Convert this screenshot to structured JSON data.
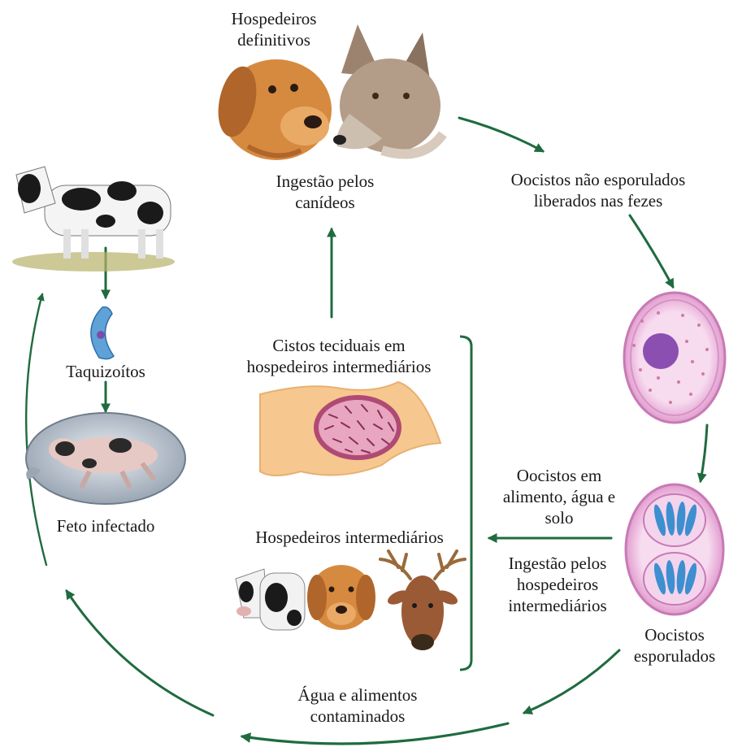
{
  "labels": {
    "definitive_hosts_line1": "Hospedeiros",
    "definitive_hosts_line2": "definitivos",
    "canid_ingestion_line1": "Ingestão pelos",
    "canid_ingestion_line2": "canídeos",
    "unsporulated_line1": "Oocistos não esporulados",
    "unsporulated_line2": "liberados nas fezes",
    "tissue_cysts_line1": "Cistos teciduais em",
    "tissue_cysts_line2": "hospedeiros intermediários",
    "tachyzoites": "Taquizoítos",
    "infected_fetus": "Feto infectado",
    "oocysts_env_line1": "Oocistos em",
    "oocysts_env_line2": "alimento, água e",
    "oocysts_env_line3": "solo",
    "intermediate_hosts": "Hospedeiros intermediários",
    "int_ingestion_line1": "Ingestão pelos",
    "int_ingestion_line2": "hospedeiros",
    "int_ingestion_line3": "intermediários",
    "sporulated_line1": "Oocistos",
    "sporulated_line2": "esporulados",
    "contaminated_line1": "Água e alimentos",
    "contaminated_line2": "contaminados"
  },
  "colors": {
    "arrow": "#1f6b3f",
    "text": "#1a1a1a",
    "oocyst_outer": "#e7a9d6",
    "oocyst_inner": "#f4d4ec",
    "nucleus": "#8a4fb0",
    "sporozoite": "#3d8fd0",
    "tissue": "#f6c88f",
    "cyst_wall": "#a03e6a"
  }
}
